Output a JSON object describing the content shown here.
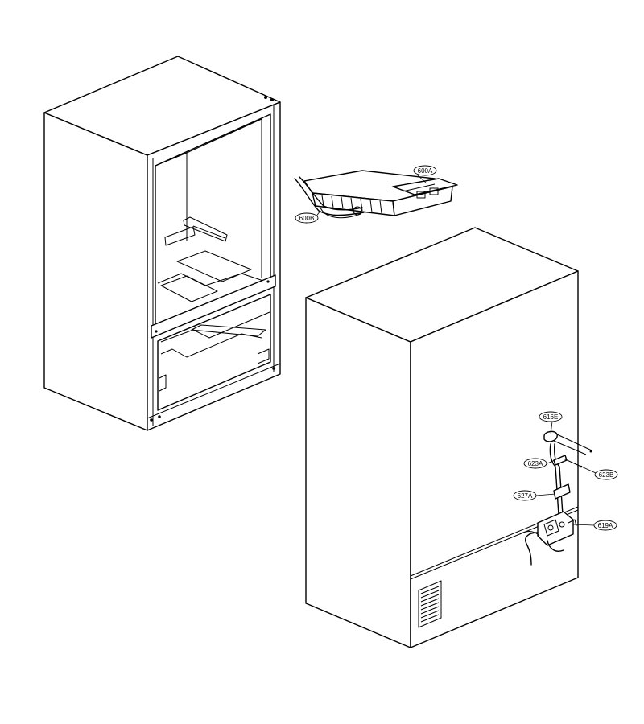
{
  "callouts": [
    {
      "id": "600A",
      "label": "600A"
    },
    {
      "id": "600B",
      "label": "600B"
    },
    {
      "id": "616E",
      "label": "616E"
    },
    {
      "id": "623A",
      "label": "623A"
    },
    {
      "id": "623B",
      "label": "623B"
    },
    {
      "id": "627A",
      "label": "627A"
    },
    {
      "id": "619A",
      "label": "619A"
    }
  ]
}
